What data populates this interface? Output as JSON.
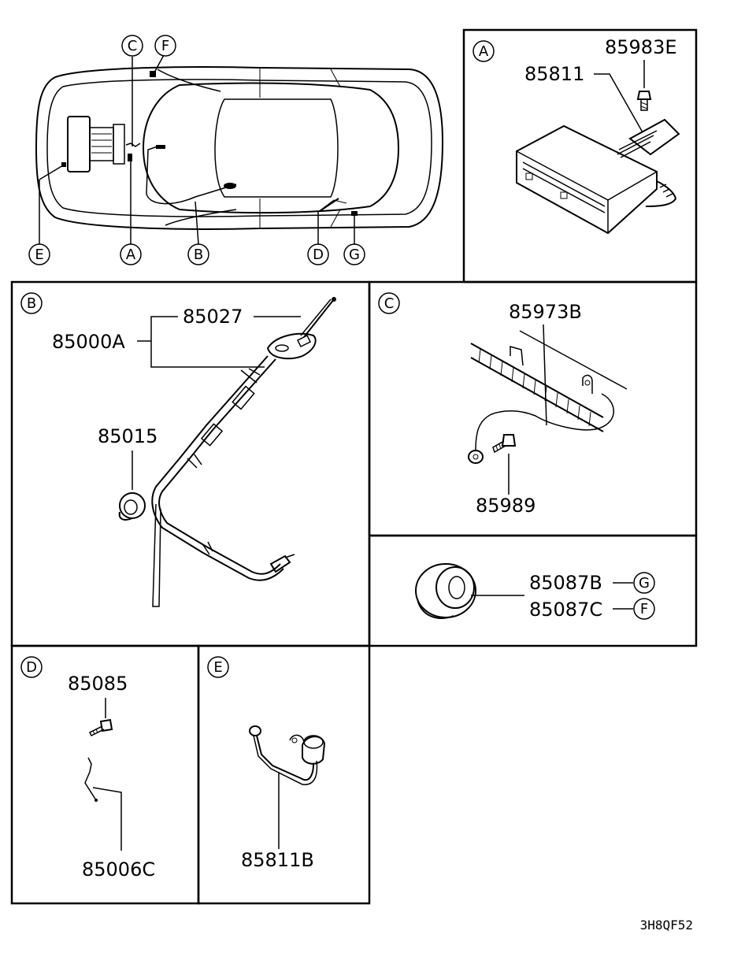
{
  "diagram": {
    "code": "3H8QF52",
    "overview": {
      "markers": [
        "C",
        "F",
        "E",
        "A",
        "B",
        "D",
        "G"
      ]
    },
    "panels": {
      "A": {
        "letter": "A",
        "labels": [
          "85983E",
          "85811"
        ]
      },
      "B": {
        "letter": "B",
        "labels": [
          "85027",
          "85000A",
          "85015"
        ]
      },
      "C": {
        "letter": "C",
        "labels": [
          "85973B",
          "85989"
        ]
      },
      "grommet": {
        "labels": [
          "85087B",
          "85087C"
        ],
        "refs": [
          "G",
          "F"
        ]
      },
      "D": {
        "letter": "D",
        "labels": [
          "85085",
          "85006C"
        ]
      },
      "E": {
        "letter": "E",
        "labels": [
          "85811B"
        ]
      }
    }
  }
}
